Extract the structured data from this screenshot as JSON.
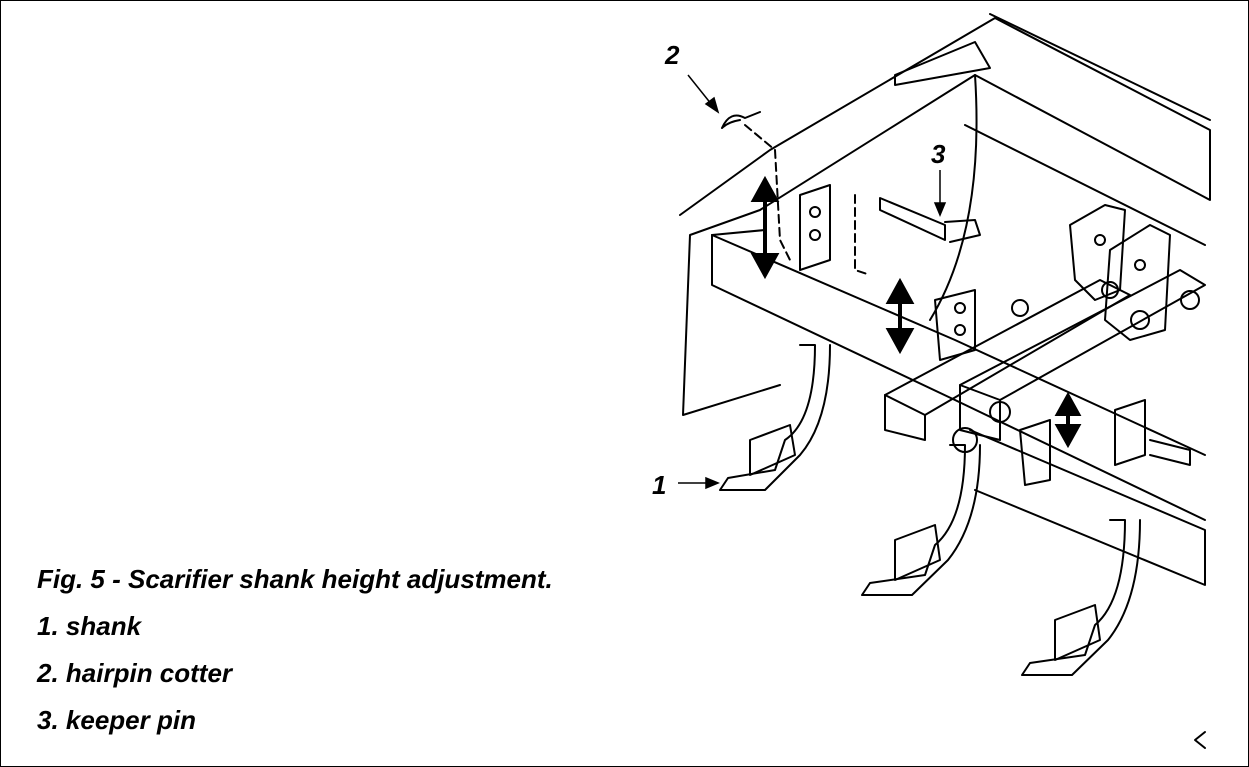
{
  "figure": {
    "caption": "Fig. 5 - Scarifier shank height adjustment.",
    "legend": [
      "1. shank",
      "2. hairpin cotter",
      "3. keeper pin"
    ]
  },
  "callouts": [
    {
      "id": "1",
      "label": "1"
    },
    {
      "id": "2",
      "label": "2"
    },
    {
      "id": "3",
      "label": "3"
    }
  ],
  "colors": {
    "ink": "#000000",
    "background": "#ffffff"
  }
}
